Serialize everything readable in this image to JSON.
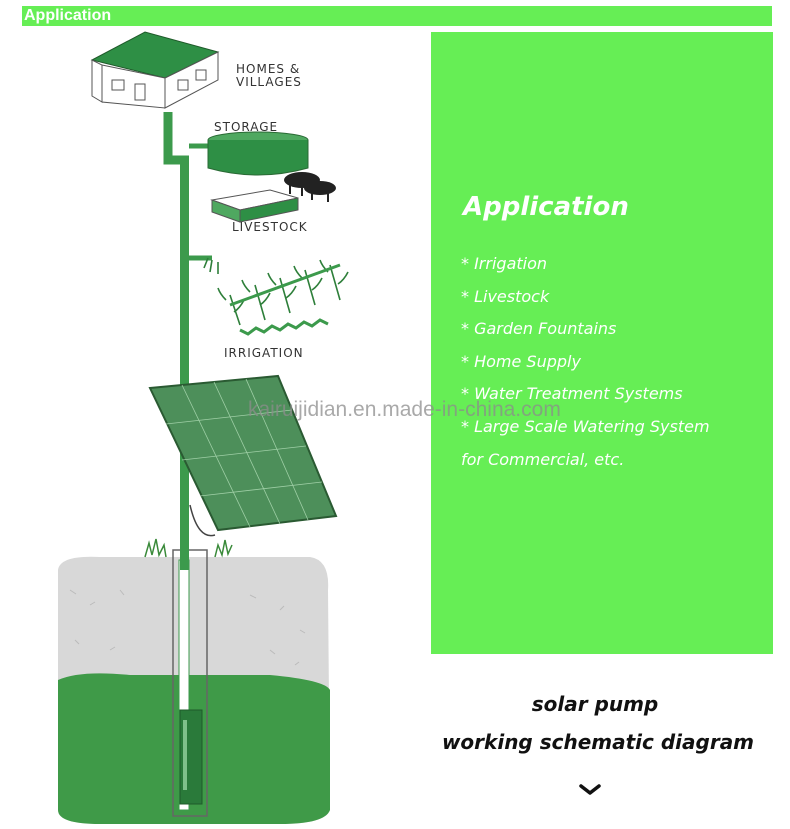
{
  "header": {
    "title": "Application"
  },
  "diagram": {
    "labels": {
      "homes": "HOMES &\nVILLAGES",
      "storage": "STORAGE",
      "livestock": "LIVESTOCK",
      "irrigation": "IRRIGATION"
    },
    "colors": {
      "pipe": "#3c9a4c",
      "water": "#3f9a48",
      "panel": "#4d8f5a",
      "soil": "#d9d9d9"
    }
  },
  "panel": {
    "title": "Application",
    "items": [
      "* Irrigation",
      "* Livestock",
      "* Garden Fountains",
      "* Home Supply",
      "* Water Treatment Systems",
      "* Large Scale Watering System",
      "for Commercial, etc."
    ],
    "color": "#66ee55"
  },
  "watermark": "kairuijidian.en.made-in-china.com",
  "caption": {
    "line1": "solar pump",
    "line2": "working schematic diagram"
  },
  "icons": {
    "scroll": "chevron-down-icon"
  }
}
